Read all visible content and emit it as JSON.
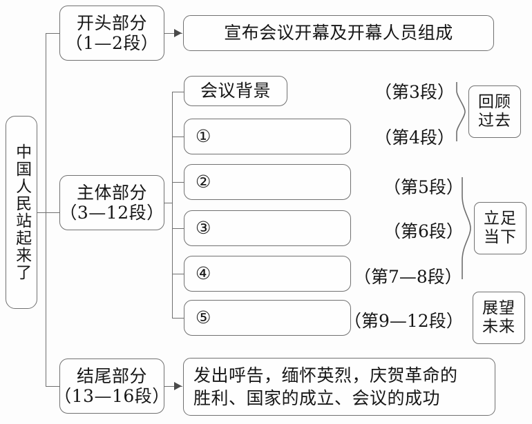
{
  "diagram": {
    "type": "tree-outline",
    "title_node": {
      "text": "中国人民站起来了",
      "orientation": "vertical"
    },
    "branches": [
      {
        "id": "opening",
        "label_line1": "开头部分",
        "label_line2": "（1—2段）",
        "content": "宣布会议开幕及开幕人员组成"
      },
      {
        "id": "body",
        "label_line1": "主体部分",
        "label_line2": "（3—12段）"
      },
      {
        "id": "ending",
        "label_line1": "结尾部分",
        "label_line2": "（13—16段）",
        "content_line1": "发出呼告，缅怀英烈，庆贺革命的",
        "content_line2": "胜利、国家的成立、会议的成功"
      }
    ],
    "body_items": [
      {
        "label": "会议背景",
        "paragraph": "（第3段）"
      },
      {
        "label": "①",
        "paragraph": "（第4段）"
      },
      {
        "label": "②",
        "paragraph": "（第5段）"
      },
      {
        "label": "③",
        "paragraph": "（第6段）"
      },
      {
        "label": "④",
        "paragraph": "（第7—8段）"
      },
      {
        "label": "⑤",
        "paragraph": "（第9—12段）"
      }
    ],
    "summaries": [
      {
        "id": "past",
        "line1": "回顾",
        "line2": "过去",
        "covers": "（第3段）—（第4段）"
      },
      {
        "id": "present",
        "line1": "立足",
        "line2": "当下",
        "covers": "（第5段）—（第7—8段）"
      },
      {
        "id": "future",
        "line1": "展望",
        "line2": "未来",
        "covers": "（第9—12段）"
      }
    ],
    "colors": {
      "page_background": "#fdfdfd",
      "box_border": "#707070",
      "box_fill": "#fefefe",
      "connector": "#6e6e6e",
      "text": "#161616",
      "arrowhead": "#4a4a4a"
    }
  }
}
